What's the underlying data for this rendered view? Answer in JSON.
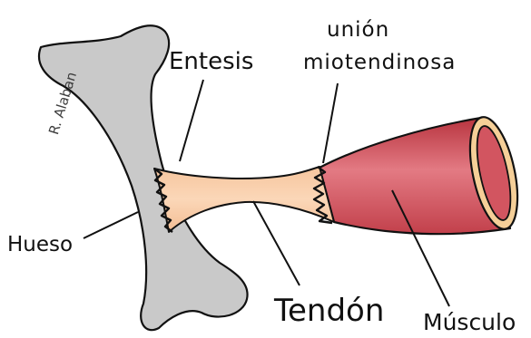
{
  "labels": {
    "entesis": "Entesis",
    "union_line1": "unión",
    "union_line2": "miotendinosa",
    "hueso": "Hueso",
    "tendon": "Tendón",
    "musculo": "Músculo"
  },
  "signature": "R. Alaban",
  "colors": {
    "bone": "#c9c9c9",
    "tendon": "#f9c9a2",
    "muscle": "#cf4d58",
    "muscle_highlight": "#e98089",
    "muscle_edge": "#f5cf98",
    "outline": "#111111"
  }
}
